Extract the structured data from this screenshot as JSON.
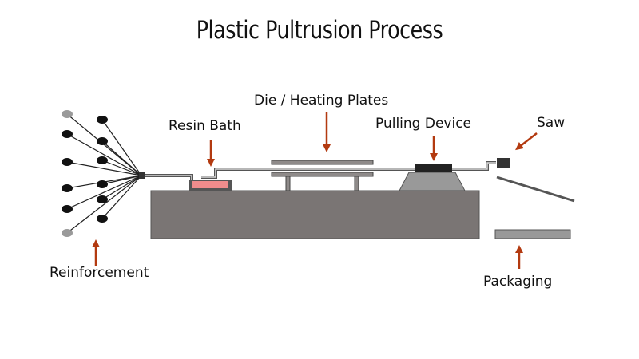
{
  "title": "Plastic Pultrusion Process",
  "labels": {
    "reinforcement": "Reinforcement",
    "resin_bath": "Resin Bath",
    "die_heating_plates": "Die / Heating Plates",
    "pulling_device": "Pulling Device",
    "saw": "Saw",
    "packaging": "Packaging"
  },
  "colors": {
    "arrow": "#b33a10",
    "machine_base": "#7a7574",
    "resin": "#f08c8c",
    "fiber_spool": "#111111",
    "fiber_spool_light": "#9a9a9a"
  }
}
